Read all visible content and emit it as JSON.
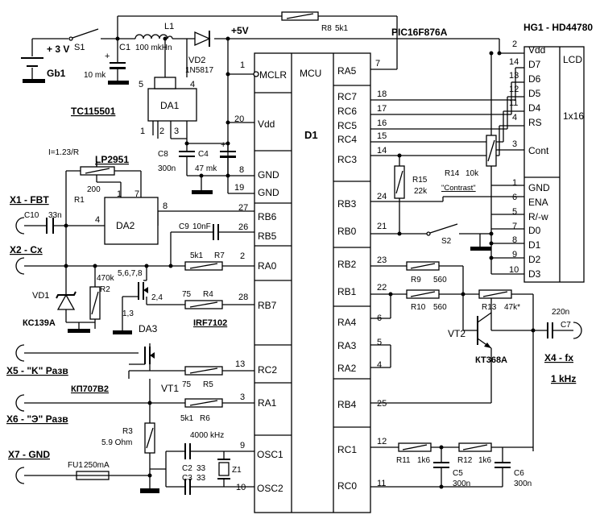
{
  "ics": {
    "mcu": {
      "ref": "D1",
      "type": "MCU",
      "part": "PIC16F876A",
      "left_pins": [
        {
          "num": "1",
          "name": "MCLR"
        },
        {
          "num": "20",
          "name": "Vdd"
        },
        {
          "num": "8",
          "name": "GND"
        },
        {
          "num": "19",
          "name": "GND"
        },
        {
          "num": "27",
          "name": "RB6"
        },
        {
          "num": "26",
          "name": "RB5"
        },
        {
          "num": "2",
          "name": "RA0"
        },
        {
          "num": "28",
          "name": "RB7"
        },
        {
          "num": "13",
          "name": "RC2"
        },
        {
          "num": "3",
          "name": "RA1"
        },
        {
          "num": "9",
          "name": "OSC1"
        },
        {
          "num": "10",
          "name": "OSC2"
        }
      ],
      "right_pins": [
        {
          "num": "7",
          "name": "RA5"
        },
        {
          "num": "18",
          "name": "RC7"
        },
        {
          "num": "17",
          "name": "RC6"
        },
        {
          "num": "16",
          "name": "RC5"
        },
        {
          "num": "15",
          "name": "RC4"
        },
        {
          "num": "14",
          "name": "RC3"
        },
        {
          "num": "24",
          "name": "RB3"
        },
        {
          "num": "21",
          "name": "RB0"
        },
        {
          "num": "23",
          "name": "RB2"
        },
        {
          "num": "22",
          "name": "RB1"
        },
        {
          "num": "6",
          "name": "RA4"
        },
        {
          "num": "5",
          "name": "RA3"
        },
        {
          "num": "4",
          "name": "RA2"
        },
        {
          "num": "25",
          "name": "RB4"
        },
        {
          "num": "12",
          "name": "RC1"
        },
        {
          "num": "11",
          "name": "RC0"
        }
      ]
    },
    "lcd": {
      "ref": "HG1 - HD44780",
      "type": "LCD",
      "size": "1x16",
      "pins": [
        {
          "num": "2",
          "name": "Vdd"
        },
        {
          "num": "14",
          "name": "D7"
        },
        {
          "num": "13",
          "name": "D6"
        },
        {
          "num": "12",
          "name": "D5"
        },
        {
          "num": "11",
          "name": "D4"
        },
        {
          "num": "4",
          "name": "RS"
        },
        {
          "num": "3",
          "name": "Cont"
        },
        {
          "num": "1",
          "name": "GND"
        },
        {
          "num": "6",
          "name": "ENA"
        },
        {
          "num": "5",
          "name": "R/-w"
        },
        {
          "num": "7",
          "name": "D0"
        },
        {
          "num": "8",
          "name": "D1"
        },
        {
          "num": "9",
          "name": "D2"
        },
        {
          "num": "10",
          "name": "D3"
        }
      ]
    },
    "da1": {
      "ref": "DA1",
      "part": "TC115501",
      "pins": [
        "5",
        "4",
        "1",
        "2",
        "3"
      ]
    },
    "da2": {
      "ref": "DA2",
      "part": "LP2951",
      "pins": [
        "1",
        "7",
        "8",
        "4"
      ],
      "note": "I=1.23/R"
    }
  },
  "power": {
    "vcc_label": "+5V",
    "battery_voltage": "+ 3 V",
    "battery_ref": "Gb1",
    "switch_ref": "S1"
  },
  "components": {
    "r8": {
      "ref": "R8",
      "value": "5k1"
    },
    "l1": {
      "ref": "L1",
      "value": "100 mkHn"
    },
    "vd2": {
      "ref": "VD2",
      "value": "1N5817"
    },
    "c1": {
      "ref": "C1",
      "value": "10 mk",
      "polarity": "+"
    },
    "c8": {
      "ref": "C8",
      "value": "300n"
    },
    "c4": {
      "ref": "C4",
      "value": "47 mk",
      "polarity": "+"
    },
    "r1": {
      "ref": "R1",
      "value": "200"
    },
    "c10": {
      "ref": "C10",
      "value": "33n"
    },
    "c9": {
      "ref": "C9",
      "value": "10nF"
    },
    "r7": {
      "ref": "R7",
      "value": "5k1"
    },
    "r2": {
      "ref": "R2",
      "value": "470k"
    },
    "vd1": {
      "ref": "VD1",
      "value": "КС139А"
    },
    "da3": {
      "ref": "DA3",
      "part": "IRF7102",
      "pins_a": "5,6,7,8",
      "pins_b": "2,4",
      "pins_c": "1,3"
    },
    "r4": {
      "ref": "R4",
      "value": "75"
    },
    "vt1": {
      "ref": "VT1",
      "part": "КП707В2"
    },
    "r5": {
      "ref": "R5",
      "value": "75"
    },
    "r6": {
      "ref": "R6",
      "value": "5k1"
    },
    "r3": {
      "ref": "R3",
      "value": "5.9 Ohm"
    },
    "fu1": {
      "ref": "FU1",
      "value": "250mA"
    },
    "c2": {
      "ref": "C2",
      "value": "33"
    },
    "c3": {
      "ref": "C3",
      "value": "33"
    },
    "z1": {
      "ref": "Z1",
      "value": "4000 kHz"
    },
    "r15": {
      "ref": "R15",
      "value": "22k"
    },
    "r14": {
      "ref": "R14",
      "value": "10k",
      "note": "\"Contrast\""
    },
    "s2": {
      "ref": "S2"
    },
    "r9": {
      "ref": "R9",
      "value": "560"
    },
    "r10": {
      "ref": "R10",
      "value": "560"
    },
    "r13": {
      "ref": "R13",
      "value": "47k*"
    },
    "vt2": {
      "ref": "VT2",
      "part": "КТ368А"
    },
    "c7": {
      "ref": "C7",
      "value": "220n"
    },
    "r11": {
      "ref": "R11",
      "value": "1k6"
    },
    "r12": {
      "ref": "R12",
      "value": "1k6"
    },
    "c5": {
      "ref": "C5",
      "value": "300n"
    },
    "c6": {
      "ref": "C6",
      "value": "300n"
    }
  },
  "connectors": [
    {
      "label": "X1 - FBT"
    },
    {
      "label": "X2 - Cx"
    },
    {
      "label": "X5 - \"K\" Разв"
    },
    {
      "label": "X6 - \"Э\" Разв"
    },
    {
      "label": "X7 - GND"
    },
    {
      "label": "X4 - fx"
    }
  ],
  "output_frequency": "1 kHz",
  "pin_numbers": {
    "mcu_pin_17_extra": "17"
  }
}
